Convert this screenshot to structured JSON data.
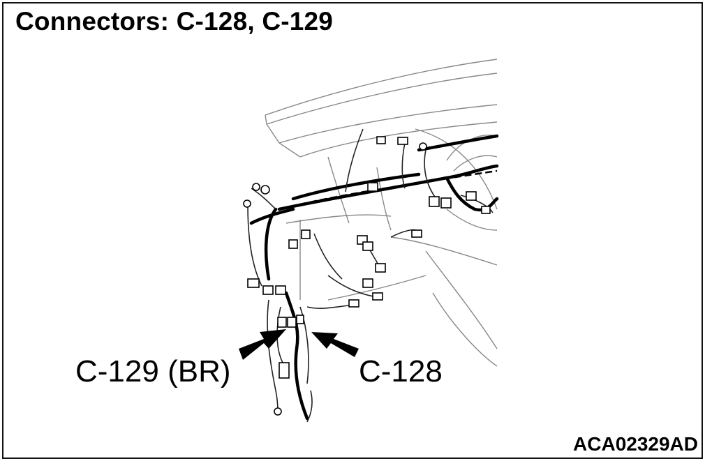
{
  "title": "Connectors: C-128, C-129",
  "callouts": {
    "left_label": "C-129 (BR)",
    "right_label": "C-128"
  },
  "figure_code": "ACA02329AD"
}
